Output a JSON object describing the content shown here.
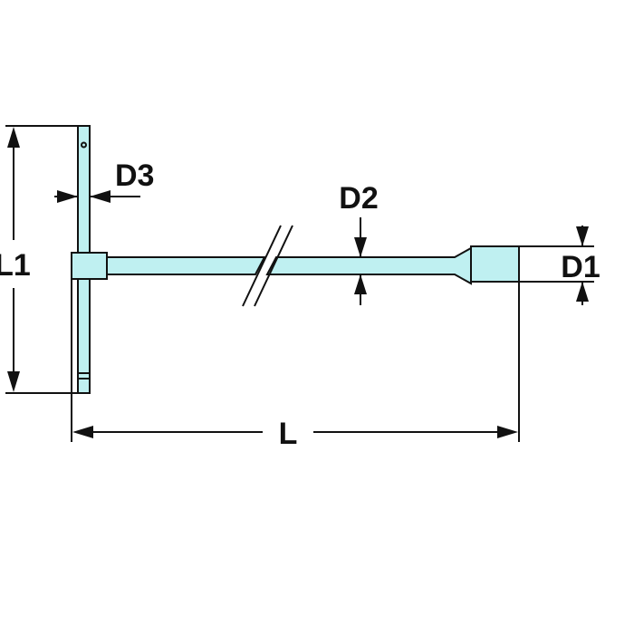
{
  "labels": {
    "l1": "L1",
    "d3": "D3",
    "d2": "D2",
    "d1": "D1",
    "l": "L"
  },
  "colors": {
    "tool_fill": "#bff0f1",
    "line": "#111111",
    "background": "#ffffff"
  }
}
